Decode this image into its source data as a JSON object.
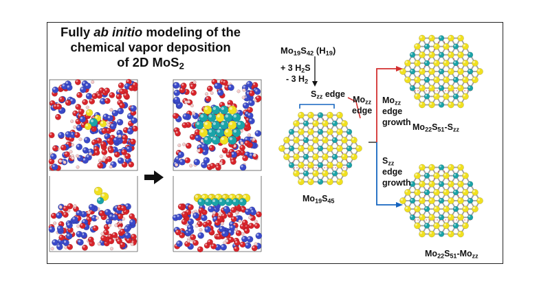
{
  "title": {
    "line1_pre": "Fully ",
    "line1_em": "ab initio",
    "line1_post": " modeling of the",
    "line2": "chemical vapor deposition",
    "line3_pre": "of 2D MoS",
    "line3_sub": "2"
  },
  "reaction": {
    "reactant": {
      "mo": "Mo",
      "mo_n": "19",
      "s": "S",
      "s_n": "42",
      "h": " (H",
      "h_n": "19",
      "close": ")"
    },
    "add": {
      "pre": "+ 3 H",
      "sub1": "2",
      "post": "S"
    },
    "remove": {
      "pre": "- 3 H",
      "sub1": "2"
    }
  },
  "labels": {
    "szz_edge": {
      "s": "S",
      "sub": "zz",
      "rest": " edge"
    },
    "mozz_edge": {
      "mo": "Mo",
      "sub": "zz",
      "rest": "edge"
    },
    "center": {
      "mo": "Mo",
      "mo_n": "19",
      "s": "S",
      "s_n": "45"
    },
    "mo_growth": {
      "mo": "Mo",
      "sub": "zz",
      "l2": "edge",
      "l3": "growth"
    },
    "s_growth": {
      "s": "S",
      "sub": "zz",
      "l2": "edge",
      "l3": "growth"
    },
    "product_top": {
      "mo": "Mo",
      "mo_n": "22",
      "s": "S",
      "s_n": "51",
      "suf": "-S",
      "suf_n": "zz"
    },
    "product_bottom": {
      "mo": "Mo",
      "mo_n": "22",
      "s": "S",
      "s_n": "51",
      "suf": "-Mo",
      "suf_n": "zz"
    }
  },
  "colors": {
    "mo_atom": "#1aa3a8",
    "s_atom": "#f0e020",
    "o_atom": "#d8232a",
    "si_atom": "#3a49c9",
    "edge_bracket": "#1565c0",
    "red_arrow": "#d32f2f",
    "blue_arrow": "#1565c0",
    "big_arrow": "#111111"
  }
}
